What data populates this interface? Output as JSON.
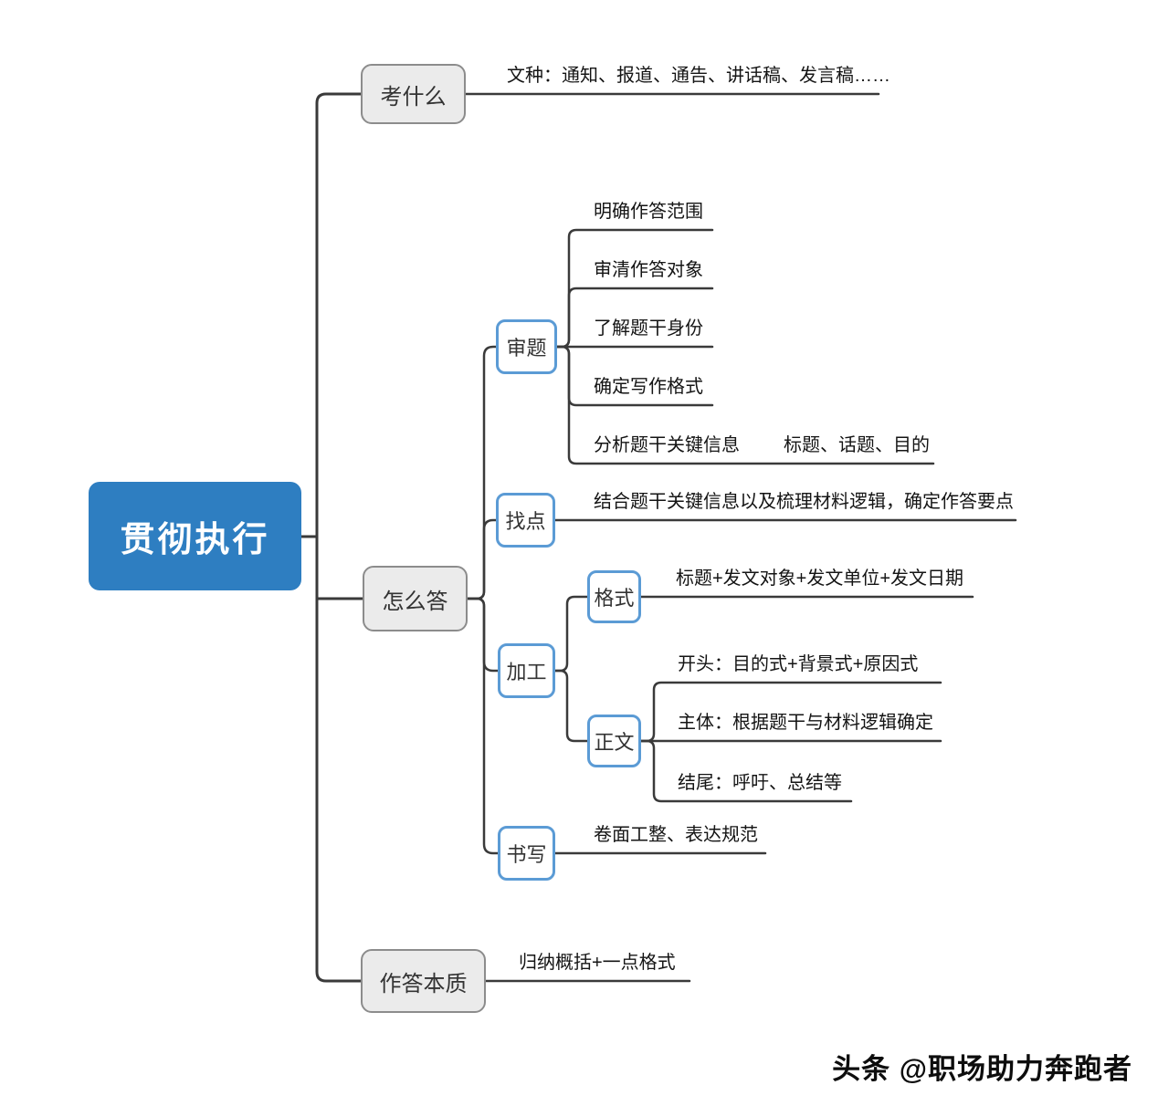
{
  "root": {
    "label": "贯彻执行"
  },
  "branch_what": {
    "label": "考什么",
    "leaf": "文种：通知、报道、通告、讲话稿、发言稿……"
  },
  "branch_how": {
    "label": "怎么答",
    "shenti": {
      "label": "审题",
      "leaves": [
        "明确作答范围",
        "审清作答对象",
        "了解题干身份",
        "确定写作格式",
        "分析题干关键信息"
      ],
      "detail": "标题、话题、目的"
    },
    "zhaodian": {
      "label": "找点",
      "leaf": "结合题干关键信息以及梳理材料逻辑，确定作答要点"
    },
    "jiagong": {
      "label": "加工",
      "geshi": {
        "label": "格式",
        "leaf": "标题+发文对象+发文单位+发文日期"
      },
      "zhengwen": {
        "label": "正文",
        "leaves": [
          "开头：目的式+背景式+原因式",
          "主体：根据题干与材料逻辑确定",
          "结尾：呼吁、总结等"
        ]
      }
    },
    "shuxie": {
      "label": "书写",
      "leaf": "卷面工整、表达规范"
    }
  },
  "branch_essence": {
    "label": "作答本质",
    "leaf": "归纳概括+一点格式"
  },
  "watermark": {
    "source": "头条",
    "author": "@职场助力奔跑者"
  },
  "colors": {
    "root_bg": "#2E7EC1",
    "main_node_bg": "#EBEBEB",
    "main_node_border": "#8C8C8C",
    "sub_node_border": "#5B9BD5",
    "line": "#3A3A3A"
  }
}
